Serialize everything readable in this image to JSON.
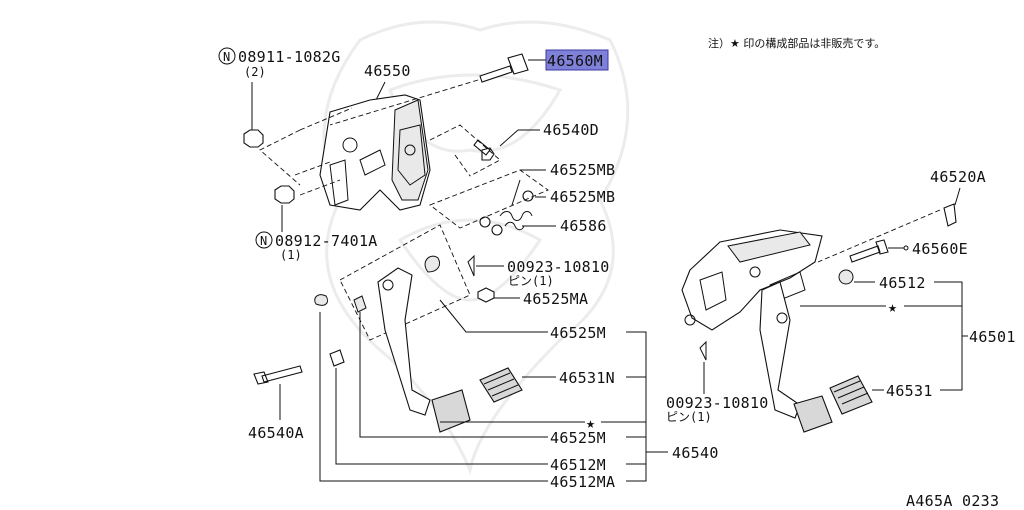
{
  "note": "注）★ 印の構成部品は非販売です。",
  "figure_code": "A465A 0233",
  "star_symbol": "★",
  "nut_symbol": "N",
  "parts": {
    "nut_a": "08911-1082G",
    "nut_a_qty": "(2)",
    "bracket": "46550",
    "bolt_highlight": "46560M",
    "bolt_d": "46540D",
    "bush_mb1": "46525MB",
    "bush_mb2": "46525MB",
    "spring": "46586",
    "nut_b": "08912-7401A",
    "nut_b_qty": "(1)",
    "pin_1": "00923-10810",
    "pin_1_sub": "ピン(1)",
    "bush_ma": "46525MA",
    "bush_m": "46525M",
    "pad_n": "46531N",
    "bolt_a": "46540A",
    "bush_m2": "46525M",
    "bush_12m": "46512M",
    "assy_left": "46540",
    "bush_12ma": "46512MA",
    "clip": "46520A",
    "bolt_e": "46560E",
    "bush_r": "46512",
    "assy_right": "46501",
    "pin_2": "00923-10810",
    "pin_2_sub": "ピン(1)",
    "pad_r": "46531"
  },
  "colors": {
    "highlight_fill": "#7f80d8",
    "highlight_stroke": "#3a3aa0",
    "ink": "#111111"
  }
}
